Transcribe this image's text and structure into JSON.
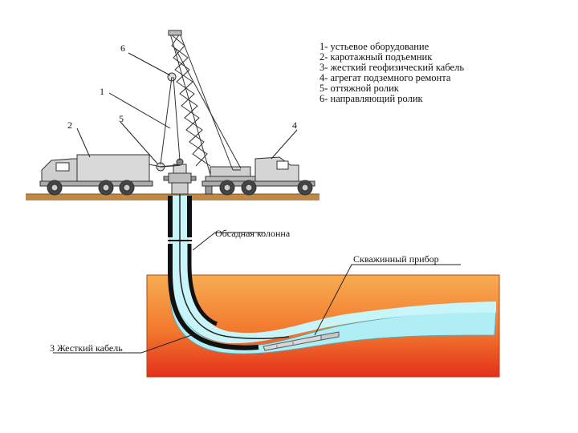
{
  "legend": [
    "1- устьевое оборудование",
    "2- каротажный подъемник",
    "3- жесткий геофизический кабель",
    "4- агрегат подземного ремонта",
    "5- оттяжной ролик",
    "6- направляющий ролик"
  ],
  "callouts": {
    "n1": "1",
    "n2": "2",
    "n4": "4",
    "n5": "5",
    "n6": "6"
  },
  "labels": {
    "casing": "Обсадная колонна",
    "tool": "Скважинный прибор",
    "cable": "3 Жесткий  кабель"
  },
  "colors": {
    "ground": "#c08a46",
    "formation_top": "#f7a44a",
    "formation_bottom": "#e5331e",
    "well_fluid": "#a8ecf2",
    "casing": "#111111"
  }
}
